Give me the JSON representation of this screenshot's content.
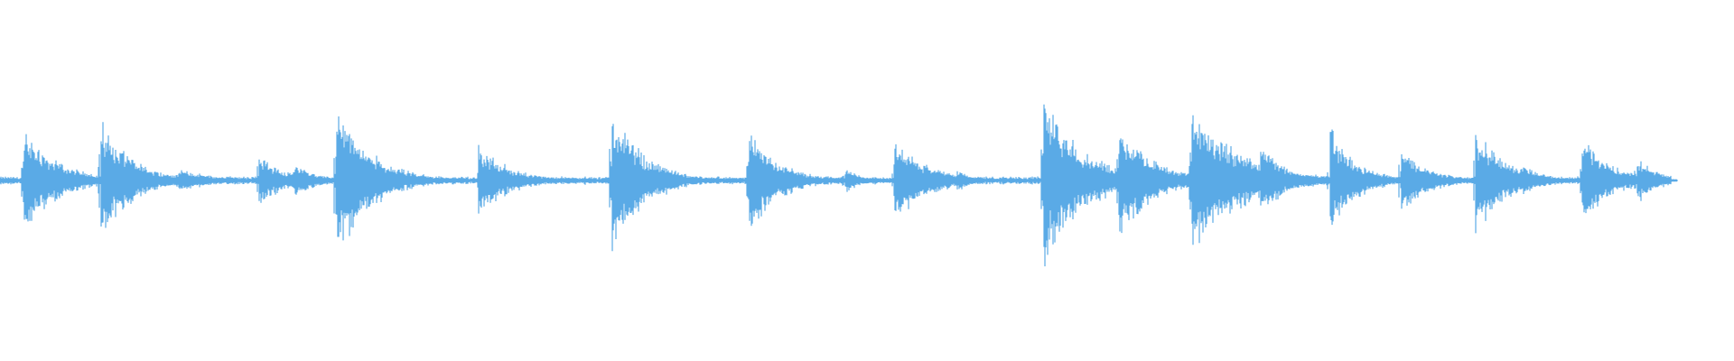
{
  "waveform": {
    "color": "#5aaae6",
    "background": "#ffffff",
    "baseline_amplitude": 0.02,
    "transients": [
      {
        "time": 0.014,
        "peak": 0.25,
        "decay": 0.02
      },
      {
        "time": 0.058,
        "peak": 0.3,
        "decay": 0.018
      },
      {
        "time": 0.078,
        "peak": 0.08,
        "decay": 0.02
      },
      {
        "time": 0.103,
        "peak": 0.06,
        "decay": 0.02
      },
      {
        "time": 0.149,
        "peak": 0.14,
        "decay": 0.014
      },
      {
        "time": 0.17,
        "peak": 0.09,
        "decay": 0.012
      },
      {
        "time": 0.194,
        "peak": 0.38,
        "decay": 0.02
      },
      {
        "time": 0.276,
        "peak": 0.19,
        "decay": 0.017
      },
      {
        "time": 0.353,
        "peak": 0.36,
        "decay": 0.018
      },
      {
        "time": 0.384,
        "peak": 0.07,
        "decay": 0.012
      },
      {
        "time": 0.432,
        "peak": 0.26,
        "decay": 0.017
      },
      {
        "time": 0.487,
        "peak": 0.07,
        "decay": 0.009
      },
      {
        "time": 0.516,
        "peak": 0.21,
        "decay": 0.019
      },
      {
        "time": 0.552,
        "peak": 0.06,
        "decay": 0.009
      },
      {
        "time": 0.602,
        "peak": 0.43,
        "decay": 0.022
      },
      {
        "time": 0.645,
        "peak": 0.29,
        "decay": 0.02
      },
      {
        "time": 0.687,
        "peak": 0.37,
        "decay": 0.028
      },
      {
        "time": 0.727,
        "peak": 0.22,
        "decay": 0.012
      },
      {
        "time": 0.767,
        "peak": 0.26,
        "decay": 0.015
      },
      {
        "time": 0.808,
        "peak": 0.18,
        "decay": 0.015
      },
      {
        "time": 0.851,
        "peak": 0.26,
        "decay": 0.018
      },
      {
        "time": 0.877,
        "peak": 0.09,
        "decay": 0.012
      },
      {
        "time": 0.912,
        "peak": 0.24,
        "decay": 0.016
      },
      {
        "time": 0.944,
        "peak": 0.12,
        "decay": 0.012
      }
    ],
    "end_time": 0.967
  }
}
